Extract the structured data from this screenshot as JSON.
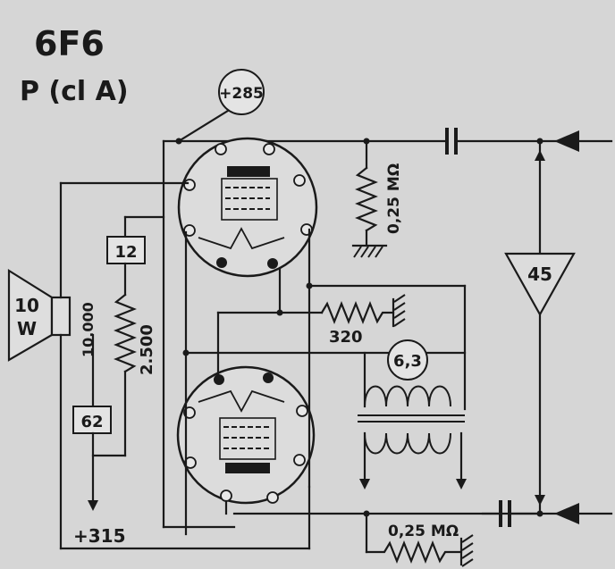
{
  "title": "6F6",
  "subtitle": "P (cl A)",
  "speaker": {
    "label_top": "10",
    "label_bottom": "W"
  },
  "labels": {
    "plus285": "+285",
    "r_top": "0,25 MΩ",
    "r_bottom": "0,25 MΩ",
    "r320": "320",
    "heater": "6,3",
    "amp": "45",
    "res_12": "12",
    "res_2500": "2.500",
    "res_62": "62",
    "res_10000": "10.000",
    "supply": "+315"
  },
  "colors": {
    "background": "#d6d6d6",
    "ink": "#1a1a1a"
  }
}
